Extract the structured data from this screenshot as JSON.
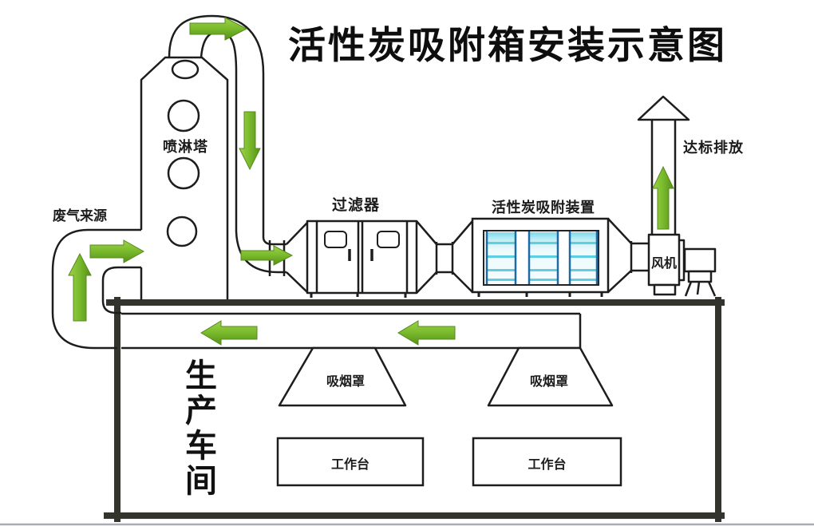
{
  "title": "活性炭吸附箱安装示意图",
  "labels": {
    "waste_gas_source": "废气来源",
    "spray_tower": "喷淋塔",
    "filter": "过滤器",
    "carbon_device": "活性炭吸附装置",
    "compliant_discharge": "达标排放",
    "fan": "风机"
  },
  "workshop": {
    "name": "生产车间",
    "hoods": [
      {
        "label": "吸烟罩"
      },
      {
        "label": "吸烟罩"
      }
    ],
    "benches": [
      {
        "label": "工作台"
      },
      {
        "label": "工作台"
      }
    ]
  },
  "flow_arrows": [
    {
      "name": "tower-outlet-arrow",
      "direction": "right"
    },
    {
      "name": "downcomer-arrow",
      "direction": "down"
    },
    {
      "name": "filter-inlet-arrow",
      "direction": "right"
    },
    {
      "name": "tower-inlet-arrow",
      "direction": "right"
    },
    {
      "name": "riser-bend-arrow",
      "direction": "up"
    },
    {
      "name": "stack-arrow",
      "direction": "up"
    },
    {
      "name": "duct-return-arrow-1",
      "direction": "left"
    },
    {
      "name": "duct-return-arrow-2",
      "direction": "left"
    }
  ],
  "colors": {
    "arrow_green": "#76b82a",
    "panel_cyan": "#8fe0ee",
    "panel_stripe": "#5ecfe2",
    "panel_border_blue": "#1c6aa6",
    "line": "#1d1d1d",
    "wall": "#34342e",
    "ground": "#a8adb3"
  }
}
